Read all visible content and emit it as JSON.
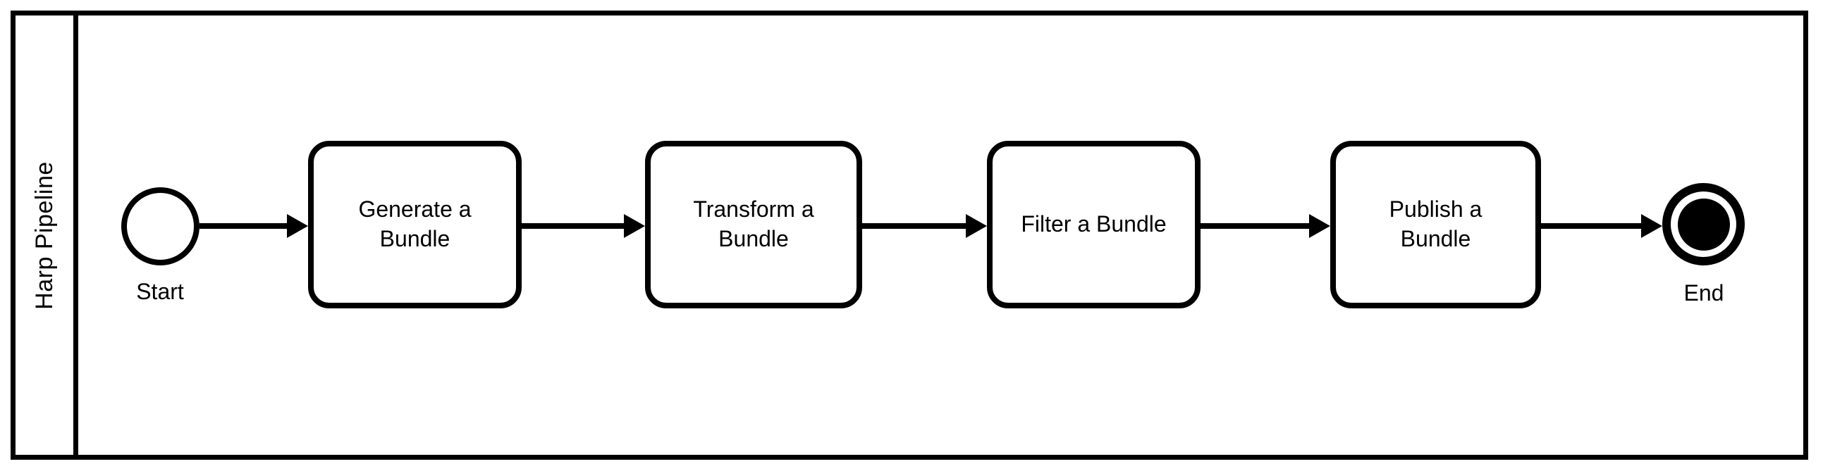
{
  "diagram": {
    "type": "bpmn-process",
    "lane": {
      "label": "Harp Pipeline"
    },
    "start_event": {
      "label": "Start"
    },
    "tasks": [
      {
        "label": "Generate a\nBundle"
      },
      {
        "label": "Transform a\nBundle"
      },
      {
        "label": "Filter a Bundle"
      },
      {
        "label": "Publish a\nBundle"
      }
    ],
    "end_event": {
      "label": "End"
    },
    "flows": [
      {
        "from": "Start",
        "to": "Generate a Bundle"
      },
      {
        "from": "Generate a Bundle",
        "to": "Transform a Bundle"
      },
      {
        "from": "Transform a Bundle",
        "to": "Filter a Bundle"
      },
      {
        "from": "Filter a Bundle",
        "to": "Publish a Bundle"
      },
      {
        "from": "Publish a Bundle",
        "to": "End"
      }
    ],
    "colors": {
      "stroke": "#000000",
      "background": "#ffffff"
    }
  }
}
